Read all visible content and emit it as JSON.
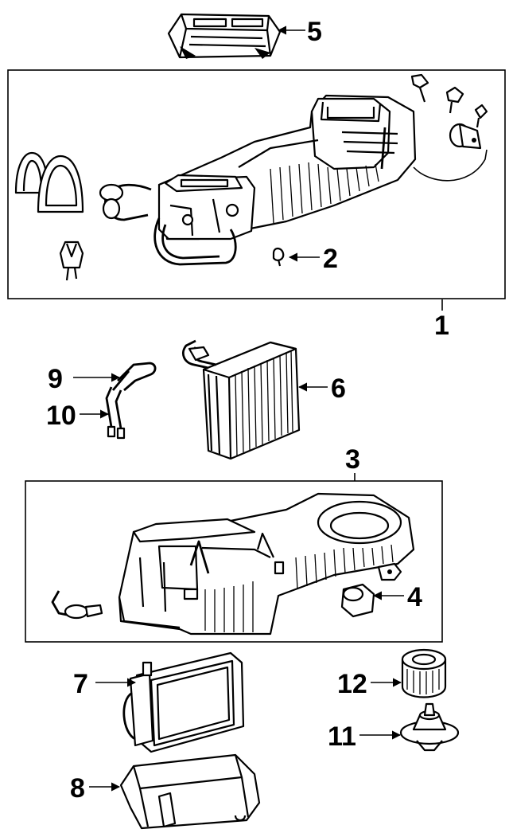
{
  "callouts": [
    {
      "id": "5",
      "label": "5"
    },
    {
      "id": "2",
      "label": "2"
    },
    {
      "id": "1",
      "label": "1"
    },
    {
      "id": "9",
      "label": "9"
    },
    {
      "id": "6",
      "label": "6"
    },
    {
      "id": "10",
      "label": "10"
    },
    {
      "id": "3",
      "label": "3"
    },
    {
      "id": "4",
      "label": "4"
    },
    {
      "id": "7",
      "label": "7"
    },
    {
      "id": "12",
      "label": "12"
    },
    {
      "id": "11",
      "label": "11"
    },
    {
      "id": "8",
      "label": "8"
    }
  ]
}
